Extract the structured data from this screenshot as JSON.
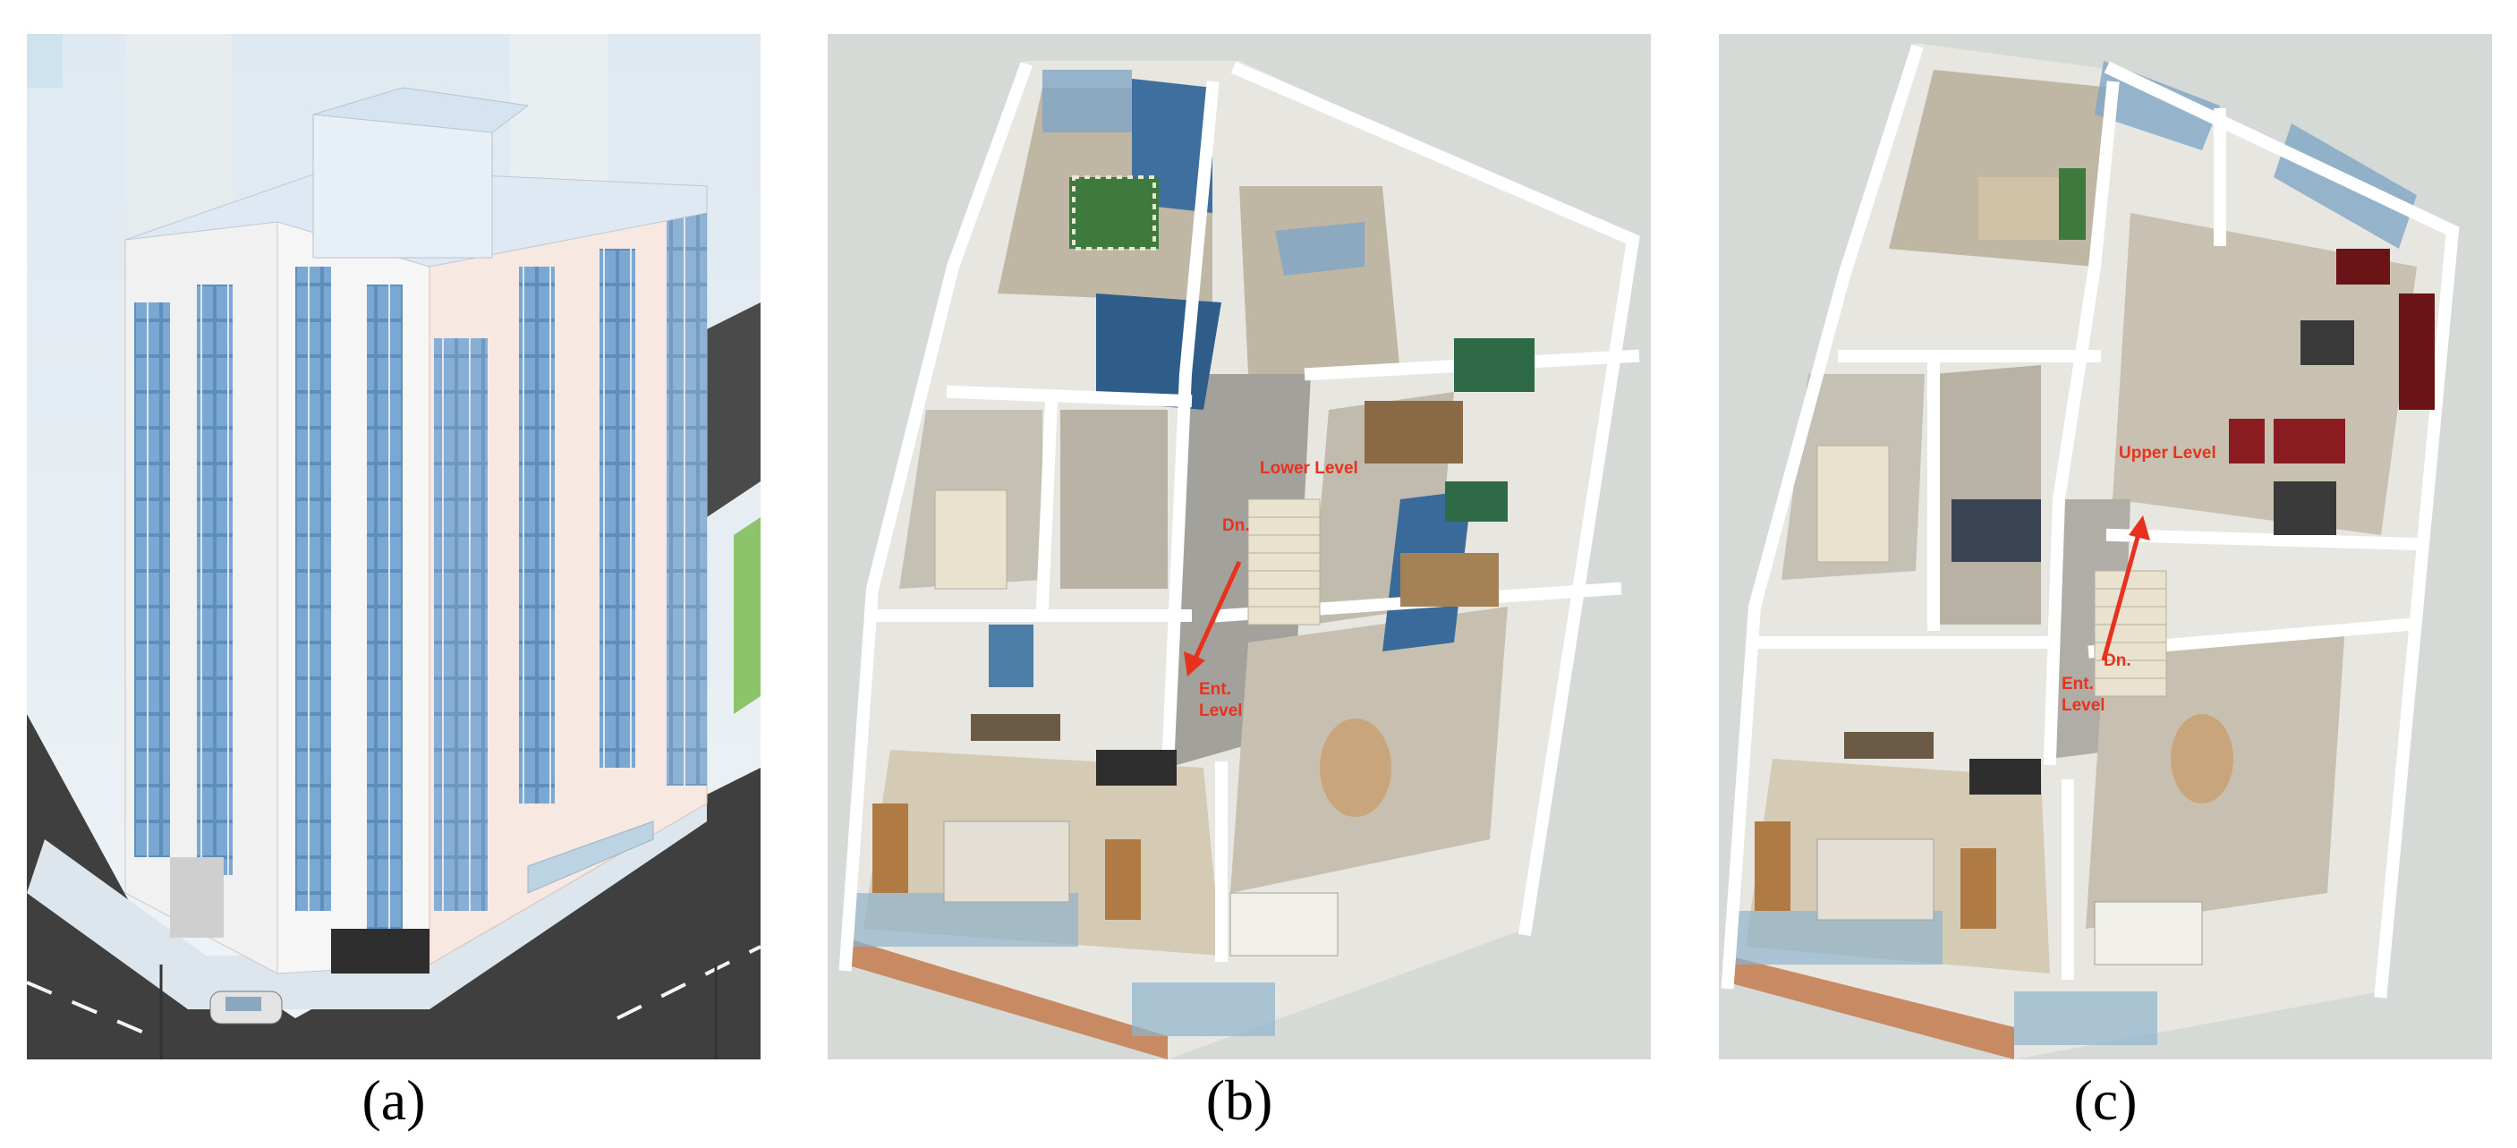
{
  "captions": {
    "a": "(a)",
    "b": "(b)",
    "c": "(c)"
  },
  "panel_b": {
    "labels": {
      "level": "Lower Level",
      "dn": "Dn.",
      "ent1": "Ent.",
      "ent2": "Level"
    }
  },
  "panel_c": {
    "labels": {
      "level": "Upper Level",
      "dn": "Dn.",
      "ent1": "Ent.",
      "ent2": "Level"
    }
  },
  "colors": {
    "accent_label": "#e8321e",
    "glass": "#4f86b6",
    "wall": "#f2f2f2",
    "floor": "#c9bfa8",
    "background": "#d6dad6"
  }
}
